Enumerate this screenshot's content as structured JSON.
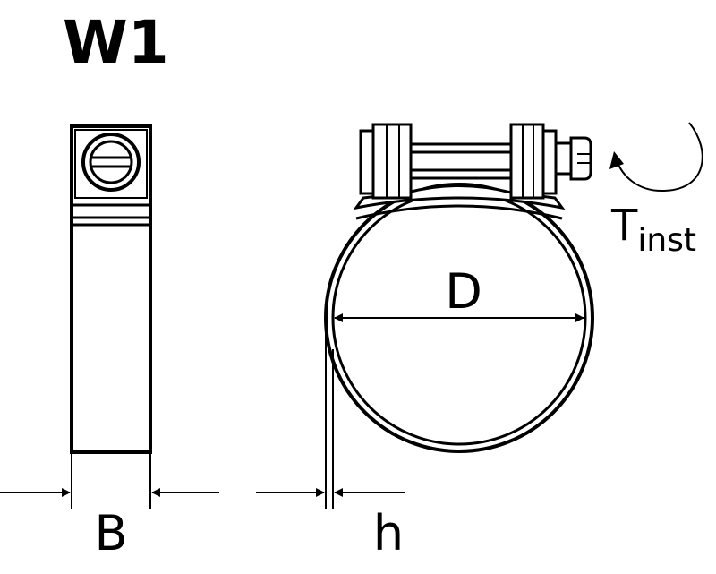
{
  "title": "W1",
  "labels": {
    "width": "B",
    "height": "h",
    "diameter": "D",
    "torque_symbol": "T",
    "torque_subscript": "inst"
  },
  "colors": {
    "line": "#000000",
    "background": "#ffffff"
  }
}
